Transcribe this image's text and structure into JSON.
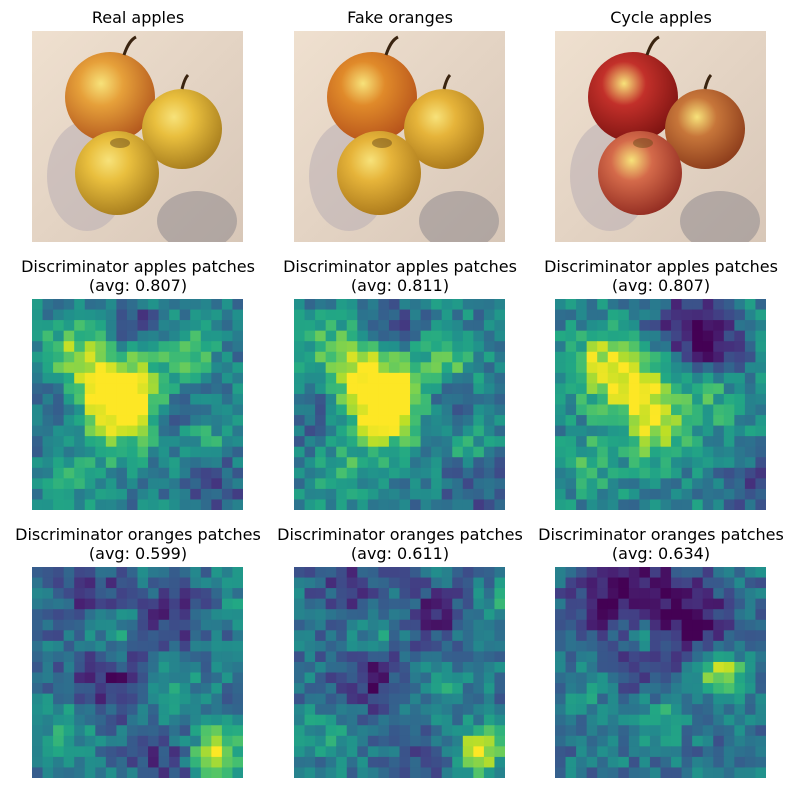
{
  "figure": {
    "row1": [
      {
        "title": "Real apples",
        "image": "apples-photo",
        "variant": "real"
      },
      {
        "title": "Fake oranges",
        "image": "apples-photo",
        "variant": "fake"
      },
      {
        "title": "Cycle apples",
        "image": "apples-photo",
        "variant": "cycle"
      }
    ],
    "row2": [
      {
        "title": "Discriminator apples patches",
        "avg": "(avg: 0.807)"
      },
      {
        "title": "Discriminator apples patches",
        "avg": "(avg: 0.811)"
      },
      {
        "title": "Discriminator apples patches",
        "avg": "(avg: 0.807)"
      }
    ],
    "row3": [
      {
        "title": "Discriminator oranges patches",
        "avg": "(avg: 0.599)"
      },
      {
        "title": "Discriminator oranges patches",
        "avg": "(avg: 0.611)"
      },
      {
        "title": "Discriminator oranges patches",
        "avg": "(avg: 0.634)"
      }
    ],
    "colormap": "viridis",
    "colors": {
      "viridis_low": "#440154",
      "viridis_mid": "#21918c",
      "viridis_high": "#fde725",
      "apple_yellow": "#d9a52c",
      "apple_red": "#a8231f",
      "background": "#e9d7c6"
    }
  }
}
